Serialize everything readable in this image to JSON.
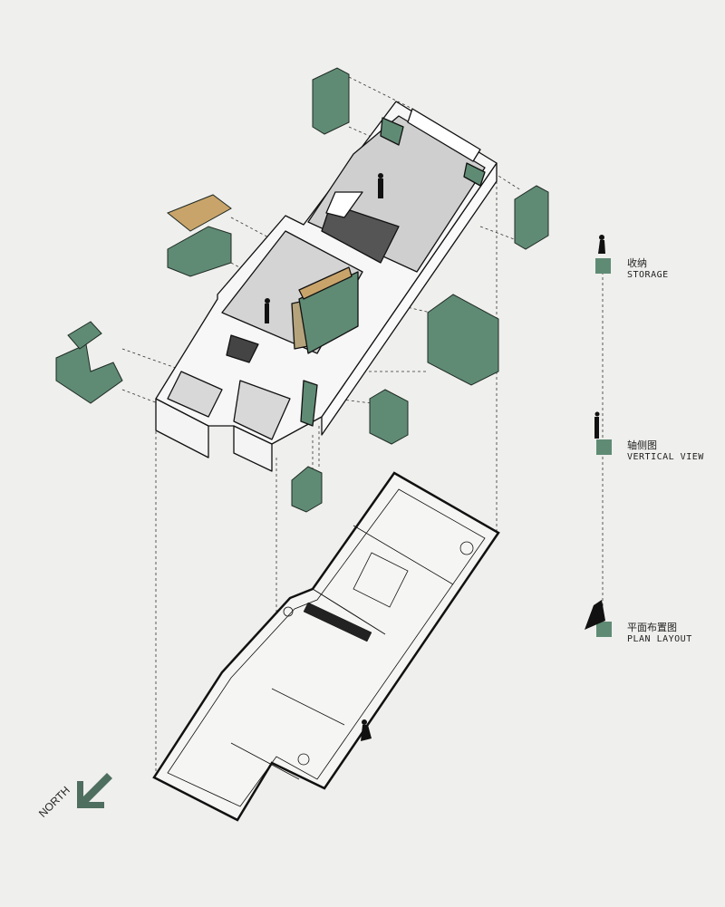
{
  "colors": {
    "accent_green": "#5f8b74",
    "background": "#efefed",
    "line": "#222222"
  },
  "legend": [
    {
      "cn": "收纳",
      "en": "STORAGE"
    },
    {
      "cn": "轴侧图",
      "en": "VERTICAL VIEW"
    },
    {
      "cn": "平面布置图",
      "en": "PLAN LAYOUT"
    }
  ],
  "compass": {
    "label": "NORTH",
    "icon": "arrow-down-left-icon"
  }
}
